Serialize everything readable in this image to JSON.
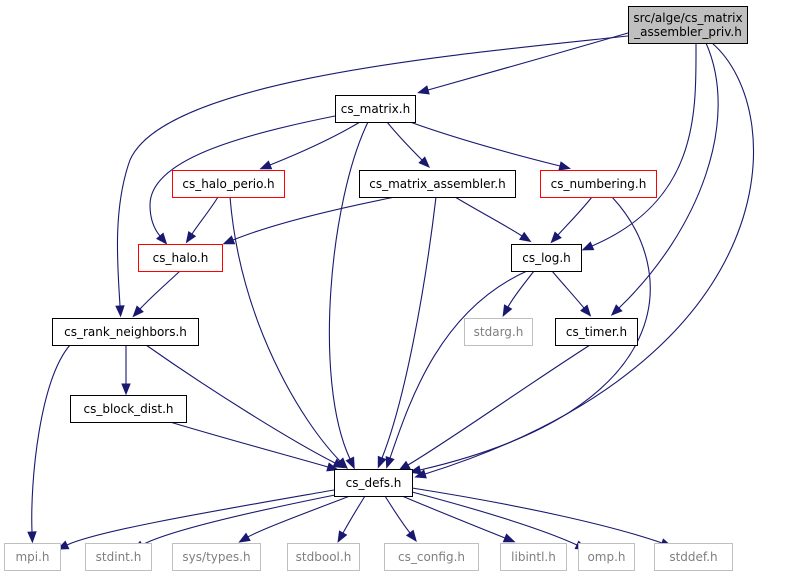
{
  "graph": {
    "colors": {
      "edge": "#191970",
      "root_fill": "#bfbfbf",
      "black_border": "#000000",
      "red_border": "#ff0000",
      "gray_border": "#bfbfbf",
      "gray_text": "#7f7f7f"
    },
    "nodes": [
      {
        "id": "root",
        "lines": [
          "src/alge/cs_matrix",
          "_assembler_priv.h"
        ],
        "style": "root"
      },
      {
        "id": "cs_matrix",
        "lines": [
          "cs_matrix.h"
        ],
        "style": "black"
      },
      {
        "id": "cs_halo_perio",
        "lines": [
          "cs_halo_perio.h"
        ],
        "style": "red"
      },
      {
        "id": "cs_matrix_assembler",
        "lines": [
          "cs_matrix_assembler.h"
        ],
        "style": "black"
      },
      {
        "id": "cs_numbering",
        "lines": [
          "cs_numbering.h"
        ],
        "style": "red"
      },
      {
        "id": "cs_halo",
        "lines": [
          "cs_halo.h"
        ],
        "style": "red"
      },
      {
        "id": "cs_log",
        "lines": [
          "cs_log.h"
        ],
        "style": "black"
      },
      {
        "id": "cs_rank_neighbors",
        "lines": [
          "cs_rank_neighbors.h"
        ],
        "style": "black"
      },
      {
        "id": "stdarg",
        "lines": [
          "stdarg.h"
        ],
        "style": "gray"
      },
      {
        "id": "cs_timer",
        "lines": [
          "cs_timer.h"
        ],
        "style": "black"
      },
      {
        "id": "cs_block_dist",
        "lines": [
          "cs_block_dist.h"
        ],
        "style": "black"
      },
      {
        "id": "cs_defs",
        "lines": [
          "cs_defs.h"
        ],
        "style": "black"
      },
      {
        "id": "mpi",
        "lines": [
          "mpi.h"
        ],
        "style": "gray"
      },
      {
        "id": "stdint",
        "lines": [
          "stdint.h"
        ],
        "style": "gray"
      },
      {
        "id": "sys_types",
        "lines": [
          "sys/types.h"
        ],
        "style": "gray"
      },
      {
        "id": "stdbool",
        "lines": [
          "stdbool.h"
        ],
        "style": "gray"
      },
      {
        "id": "cs_config",
        "lines": [
          "cs_config.h"
        ],
        "style": "gray"
      },
      {
        "id": "libintl",
        "lines": [
          "libintl.h"
        ],
        "style": "gray"
      },
      {
        "id": "omp",
        "lines": [
          "omp.h"
        ],
        "style": "gray"
      },
      {
        "id": "stddef",
        "lines": [
          "stddef.h"
        ],
        "style": "gray"
      }
    ],
    "edges": [
      [
        "root",
        "cs_matrix"
      ],
      [
        "root",
        "cs_rank_neighbors"
      ],
      [
        "root",
        "cs_log"
      ],
      [
        "root",
        "cs_timer"
      ],
      [
        "root",
        "cs_defs"
      ],
      [
        "cs_matrix",
        "cs_halo_perio"
      ],
      [
        "cs_matrix",
        "cs_matrix_assembler"
      ],
      [
        "cs_matrix",
        "cs_numbering"
      ],
      [
        "cs_matrix",
        "cs_halo"
      ],
      [
        "cs_matrix",
        "cs_defs"
      ],
      [
        "cs_halo_perio",
        "cs_halo"
      ],
      [
        "cs_halo_perio",
        "cs_defs"
      ],
      [
        "cs_matrix_assembler",
        "cs_halo"
      ],
      [
        "cs_matrix_assembler",
        "cs_log"
      ],
      [
        "cs_matrix_assembler",
        "cs_defs"
      ],
      [
        "cs_numbering",
        "cs_log"
      ],
      [
        "cs_numbering",
        "cs_defs"
      ],
      [
        "cs_halo",
        "cs_rank_neighbors"
      ],
      [
        "cs_log",
        "stdarg"
      ],
      [
        "cs_log",
        "cs_timer"
      ],
      [
        "cs_log",
        "cs_defs"
      ],
      [
        "cs_rank_neighbors",
        "cs_block_dist"
      ],
      [
        "cs_rank_neighbors",
        "mpi"
      ],
      [
        "cs_rank_neighbors",
        "cs_defs"
      ],
      [
        "cs_timer",
        "cs_defs"
      ],
      [
        "cs_block_dist",
        "cs_defs"
      ],
      [
        "cs_defs",
        "mpi"
      ],
      [
        "cs_defs",
        "stdint"
      ],
      [
        "cs_defs",
        "sys_types"
      ],
      [
        "cs_defs",
        "stdbool"
      ],
      [
        "cs_defs",
        "cs_config"
      ],
      [
        "cs_defs",
        "libintl"
      ],
      [
        "cs_defs",
        "omp"
      ],
      [
        "cs_defs",
        "stddef"
      ]
    ]
  }
}
